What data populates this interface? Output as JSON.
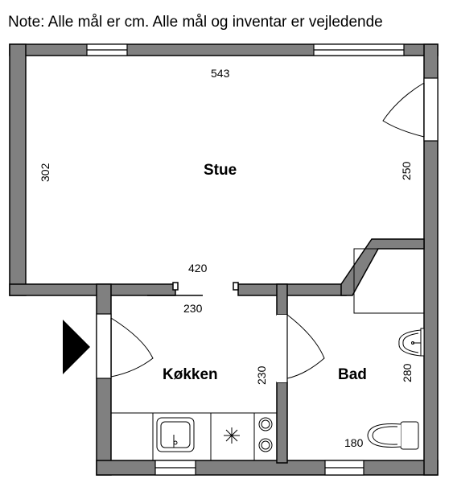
{
  "note": "Note: Alle mål er cm. Alle mål og inventar er vejledende",
  "rooms": {
    "stue": "Stue",
    "kokken": "Køkken",
    "bad": "Bad"
  },
  "dimensions": {
    "stue_width": "543",
    "stue_height_left": "302",
    "stue_height_right": "250",
    "stue_bottom": "420",
    "kitchen_width": "230",
    "kitchen_height": "230",
    "bath_height": "280",
    "bath_width": "180"
  },
  "colors": {
    "wall_fill": "#808080",
    "wall_stroke": "#000000",
    "background": "#ffffff",
    "entrance_arrow": "#000000"
  },
  "icons": {
    "entrance": "entrance-arrow-icon",
    "stove": "stove-icon",
    "sink": "kitchen-sink-icon",
    "washbasin": "washbasin-icon",
    "toilet": "toilet-icon"
  }
}
